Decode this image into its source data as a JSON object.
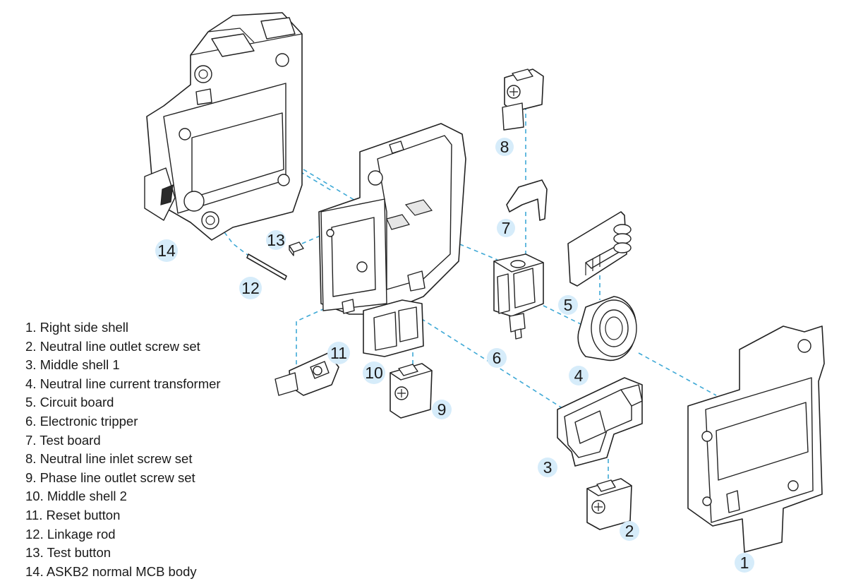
{
  "legend": [
    "1. Right side shell",
    "2. Neutral line outlet screw set",
    "3. Middle shell 1",
    "4. Neutral line current transformer",
    "5. Circuit board",
    "6. Electronic tripper",
    "7. Test board",
    "8. Neutral line inlet screw set",
    "9. Phase line outlet screw set",
    "10. Middle shell 2",
    "11. Reset button",
    "12. Linkage rod",
    "13. Test button",
    "14. ASKB2 normal MCB body"
  ],
  "callouts": {
    "c1": "1",
    "c2": "2",
    "c3": "3",
    "c4": "4",
    "c5": "5",
    "c6": "6",
    "c7": "7",
    "c8": "8",
    "c9": "9",
    "c10": "10",
    "c11": "11",
    "c12": "12",
    "c13": "13",
    "c14": "14"
  },
  "colors": {
    "guide_line": "#3fa9d6",
    "callout_background": "#d6ecfa",
    "outline": "#222222"
  }
}
